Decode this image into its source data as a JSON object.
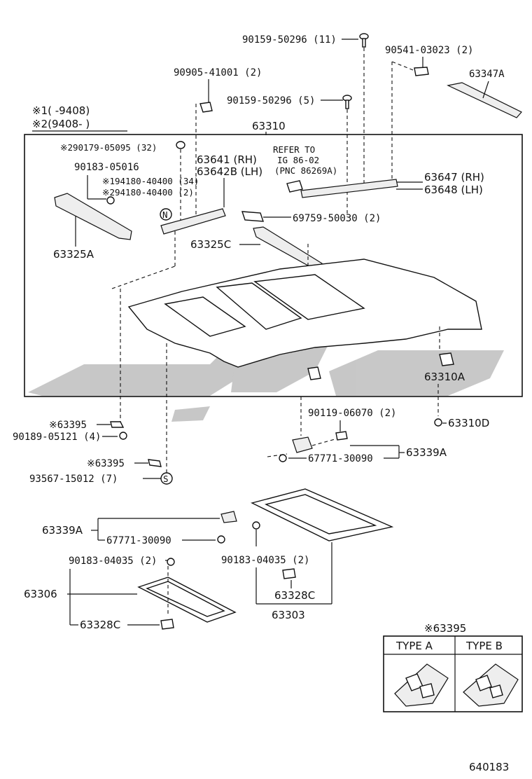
{
  "notes": {
    "note1": "※1(   -9408)",
    "note2": "※2(9408-    )"
  },
  "labels": {
    "p90159_50296_11": "90159-50296 (11)",
    "p90541_03023": "90541-03023 (2)",
    "p63347A": "63347A",
    "p90905_41001": "90905-41001 (2)",
    "p90159_50296_5": "90159-50296 (5)",
    "p63310": "63310",
    "p90179_05095": "※290179-05095 (32)",
    "p63641": "63641  (RH)",
    "p63642B": "63642B (LH)",
    "refer1": "REFER TO",
    "refer2": "IG 86-02",
    "refer3": "(PNC 86269A)",
    "p90183_05016": "90183-05016",
    "p94180_34": "※194180-40400 (34)",
    "p94180_2": "※294180-40400 (2)",
    "p63647": "63647 (RH)",
    "p63648": "63648 (LH)",
    "p69759": "69759-50030 (2)",
    "p63325A": "63325A",
    "p63325C": "63325C",
    "p63310A": "63310A",
    "p90119": "90119-06070 (2)",
    "p63395_1": "※63395",
    "p90189": "90189-05121 (4)",
    "p63310D": "63310D",
    "p67771_1": "67771-30090",
    "p63339A_1": "63339A",
    "p63395_2": "※63395",
    "p93567": "93567-15012 (7)",
    "p63339A_2": "63339A",
    "p67771_2": "67771-30090",
    "p90183_04035_a": "90183-04035 (2)",
    "p90183_04035_b": "90183-04035 (2)",
    "p63306": "63306",
    "p63328C_a": "63328C",
    "p63328C_b": "63328C",
    "p63303": "63303",
    "type_title": "※63395",
    "type_a": "TYPE A",
    "type_b": "TYPE B",
    "diagram_no": "640183",
    "circle_n": "N",
    "circle_s": "S"
  }
}
